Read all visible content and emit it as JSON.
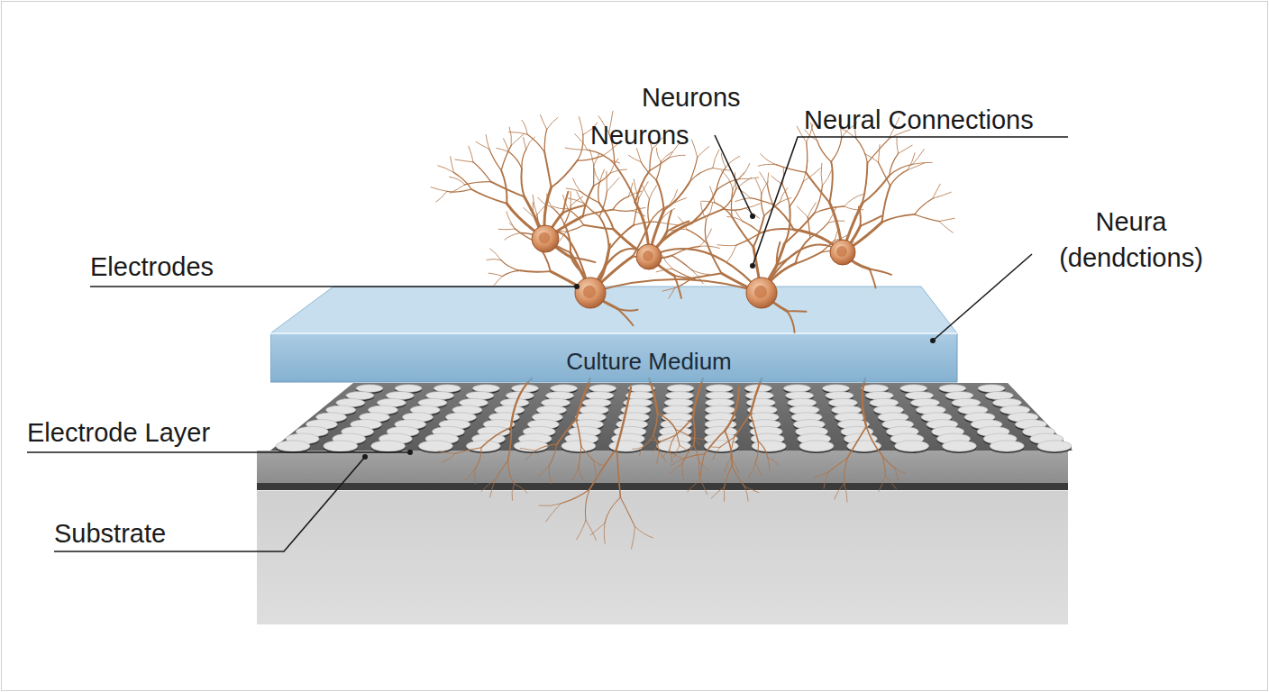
{
  "diagram": {
    "nodes": [
      {
        "text": [
          "Culture Medium"
        ]
      }
    ],
    "labels": [
      "Neurons",
      "Neurons",
      "Neural Connections",
      "Electrodes",
      "Neura (dendctions)",
      "Electrode Layer",
      "Substrate"
    ]
  }
}
